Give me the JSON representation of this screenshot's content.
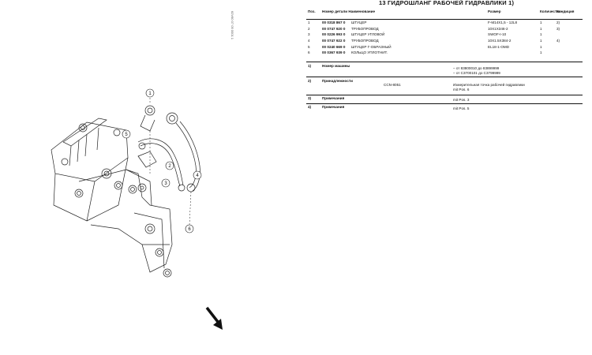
{
  "doc": {
    "title": "13  ГИДРОШЛАНГ РАБОЧЕЙ ГИДРАВЛИКИ  1)",
    "side_code": "62V60 07 05 0001 1"
  },
  "table": {
    "headers": {
      "pos": "Поз.",
      "num_name": "Номер детали Наименование",
      "size": "Размер",
      "qty": "Количество",
      "cond": "Кондиция"
    },
    "rows": [
      {
        "pos": "1",
        "num": "00 0318 867 0",
        "name": "ШТУЦЕР",
        "size": "F-M14X1,5 - 12L8",
        "qty": "1",
        "cond": "2)"
      },
      {
        "pos": "2",
        "num": "00 0747 920 0",
        "name": "ТРУБОПРОВОД",
        "size": "10X1X346-2",
        "qty": "1",
        "cond": "3)"
      },
      {
        "pos": "3",
        "num": "00 0226 993 0",
        "name": "ШТУЦЕР УГЛОВОЙ",
        "size": "SWOF-I-10",
        "qty": "1",
        "cond": ""
      },
      {
        "pos": "4",
        "num": "00 0747 922 0",
        "name": "ТРУБОПРОВОД",
        "size": "10X1.5X384-2",
        "qty": "1",
        "cond": "4)"
      },
      {
        "pos": "5",
        "num": "00 0240 669 0",
        "name": "ШТУЦЕР Г-ОБРАЗНЫЙ",
        "size": "EL18-1-OMD",
        "qty": "1",
        "cond": ""
      },
      {
        "pos": "6",
        "num": "00 0367 939 0",
        "name": "КОЛЬЦО УПЛОТНИТ.",
        "size": "",
        "qty": "1",
        "cond": ""
      }
    ]
  },
  "notes": [
    {
      "idx": "1)",
      "label": "Номер машины",
      "mid": "",
      "lines": [
        "– от 83800010 до 83899999",
        "– от C3700101 до C3799999"
      ]
    },
    {
      "idx": "2)",
      "label": "Принадлежности",
      "mid": "CCN-8051",
      "lines": [
        "Измерительная точка рабочей гидравлики",
        "mit Pos. 6"
      ]
    },
    {
      "idx": "3)",
      "label": "Примечания",
      "mid": "",
      "lines": [
        "mit Pos. 3"
      ]
    },
    {
      "idx": "4)",
      "label": "Примечания",
      "mid": "",
      "lines": [
        "mit Pos. 5"
      ]
    }
  ],
  "callouts": [
    "1",
    "2",
    "3",
    "4",
    "5",
    "6"
  ]
}
